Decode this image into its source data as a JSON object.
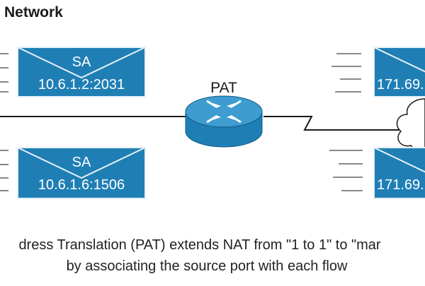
{
  "title": "Network",
  "device_label": "PAT",
  "inside_packets": [
    {
      "header": "SA",
      "address": "10.6.1.2:2031"
    },
    {
      "header": "SA",
      "address": "10.6.1.6:1506"
    }
  ],
  "outside_packets": [
    {
      "address": "171.69."
    },
    {
      "address": "171.69."
    }
  ],
  "caption": {
    "line1": "dress Translation (PAT) extends NAT from \"1 to 1\" to \"mar",
    "line2": "by associating the source port with each flow"
  },
  "colors": {
    "envelope_fill": "#1f7fb5",
    "envelope_stroke": "#e6f1f8",
    "router_body": "#1f7fb5",
    "router_top": "#3f9cd0",
    "line": "#1a1a1a",
    "cloud": "#ffffff"
  },
  "icons": [
    "envelope-icon",
    "router-icon",
    "cloud-icon"
  ]
}
